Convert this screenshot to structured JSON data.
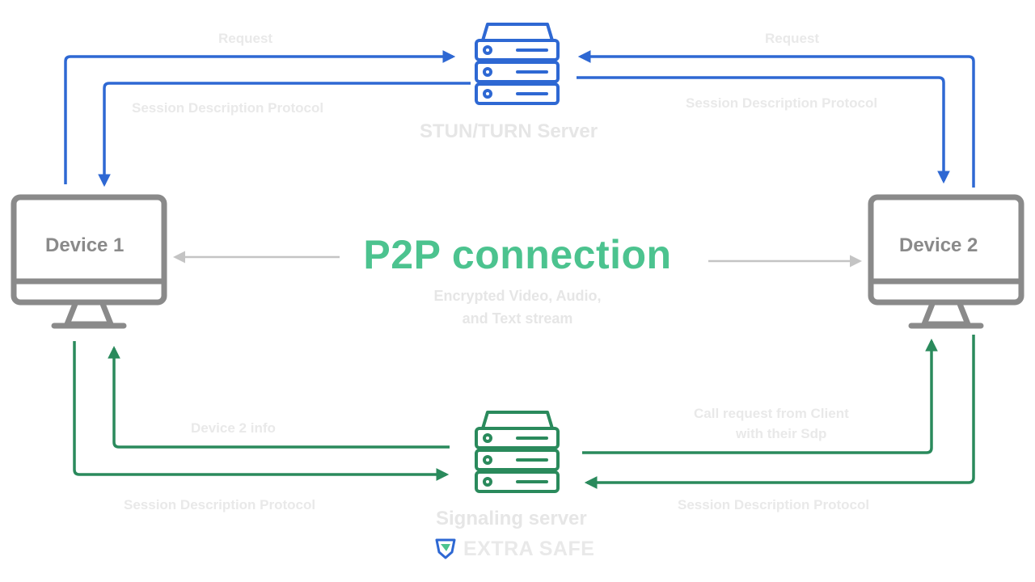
{
  "colors": {
    "stun": "#2e68d3",
    "signaling": "#2a8a5c",
    "device": "#8a8a8a",
    "p2p_arrow": "#c4c4c4",
    "p2p_text": "#4cc38f",
    "faint_text": "#e8e8e8"
  },
  "stun_server": {
    "label": "STUN/TURN Server",
    "icon": "server-stack-icon"
  },
  "signaling_server": {
    "label": "Signaling server",
    "icon": "server-stack-icon"
  },
  "devices": [
    {
      "label": "Device 1",
      "icon": "monitor-icon"
    },
    {
      "label": "Device 2",
      "icon": "monitor-icon"
    }
  ],
  "p2p": {
    "title": "P2P connection",
    "subtitle_line1": "Encrypted Video, Audio,",
    "subtitle_line2": "and Text stream"
  },
  "edge_labels": {
    "left_request": "Request",
    "right_request": "Request",
    "left_sdp_top": "Session Description Protocol",
    "right_sdp_top": "Session Description Protocol",
    "device2_info": "Device 2 info",
    "call_request_line1": "Call request from Client",
    "call_request_line2": "with their Sdp",
    "left_sdp_bottom": "Session Description Protocol",
    "right_sdp_bottom": "Session Description Protocol"
  },
  "brand": {
    "name": "EXTRA SAFE",
    "icon": "shield-logo-icon"
  }
}
